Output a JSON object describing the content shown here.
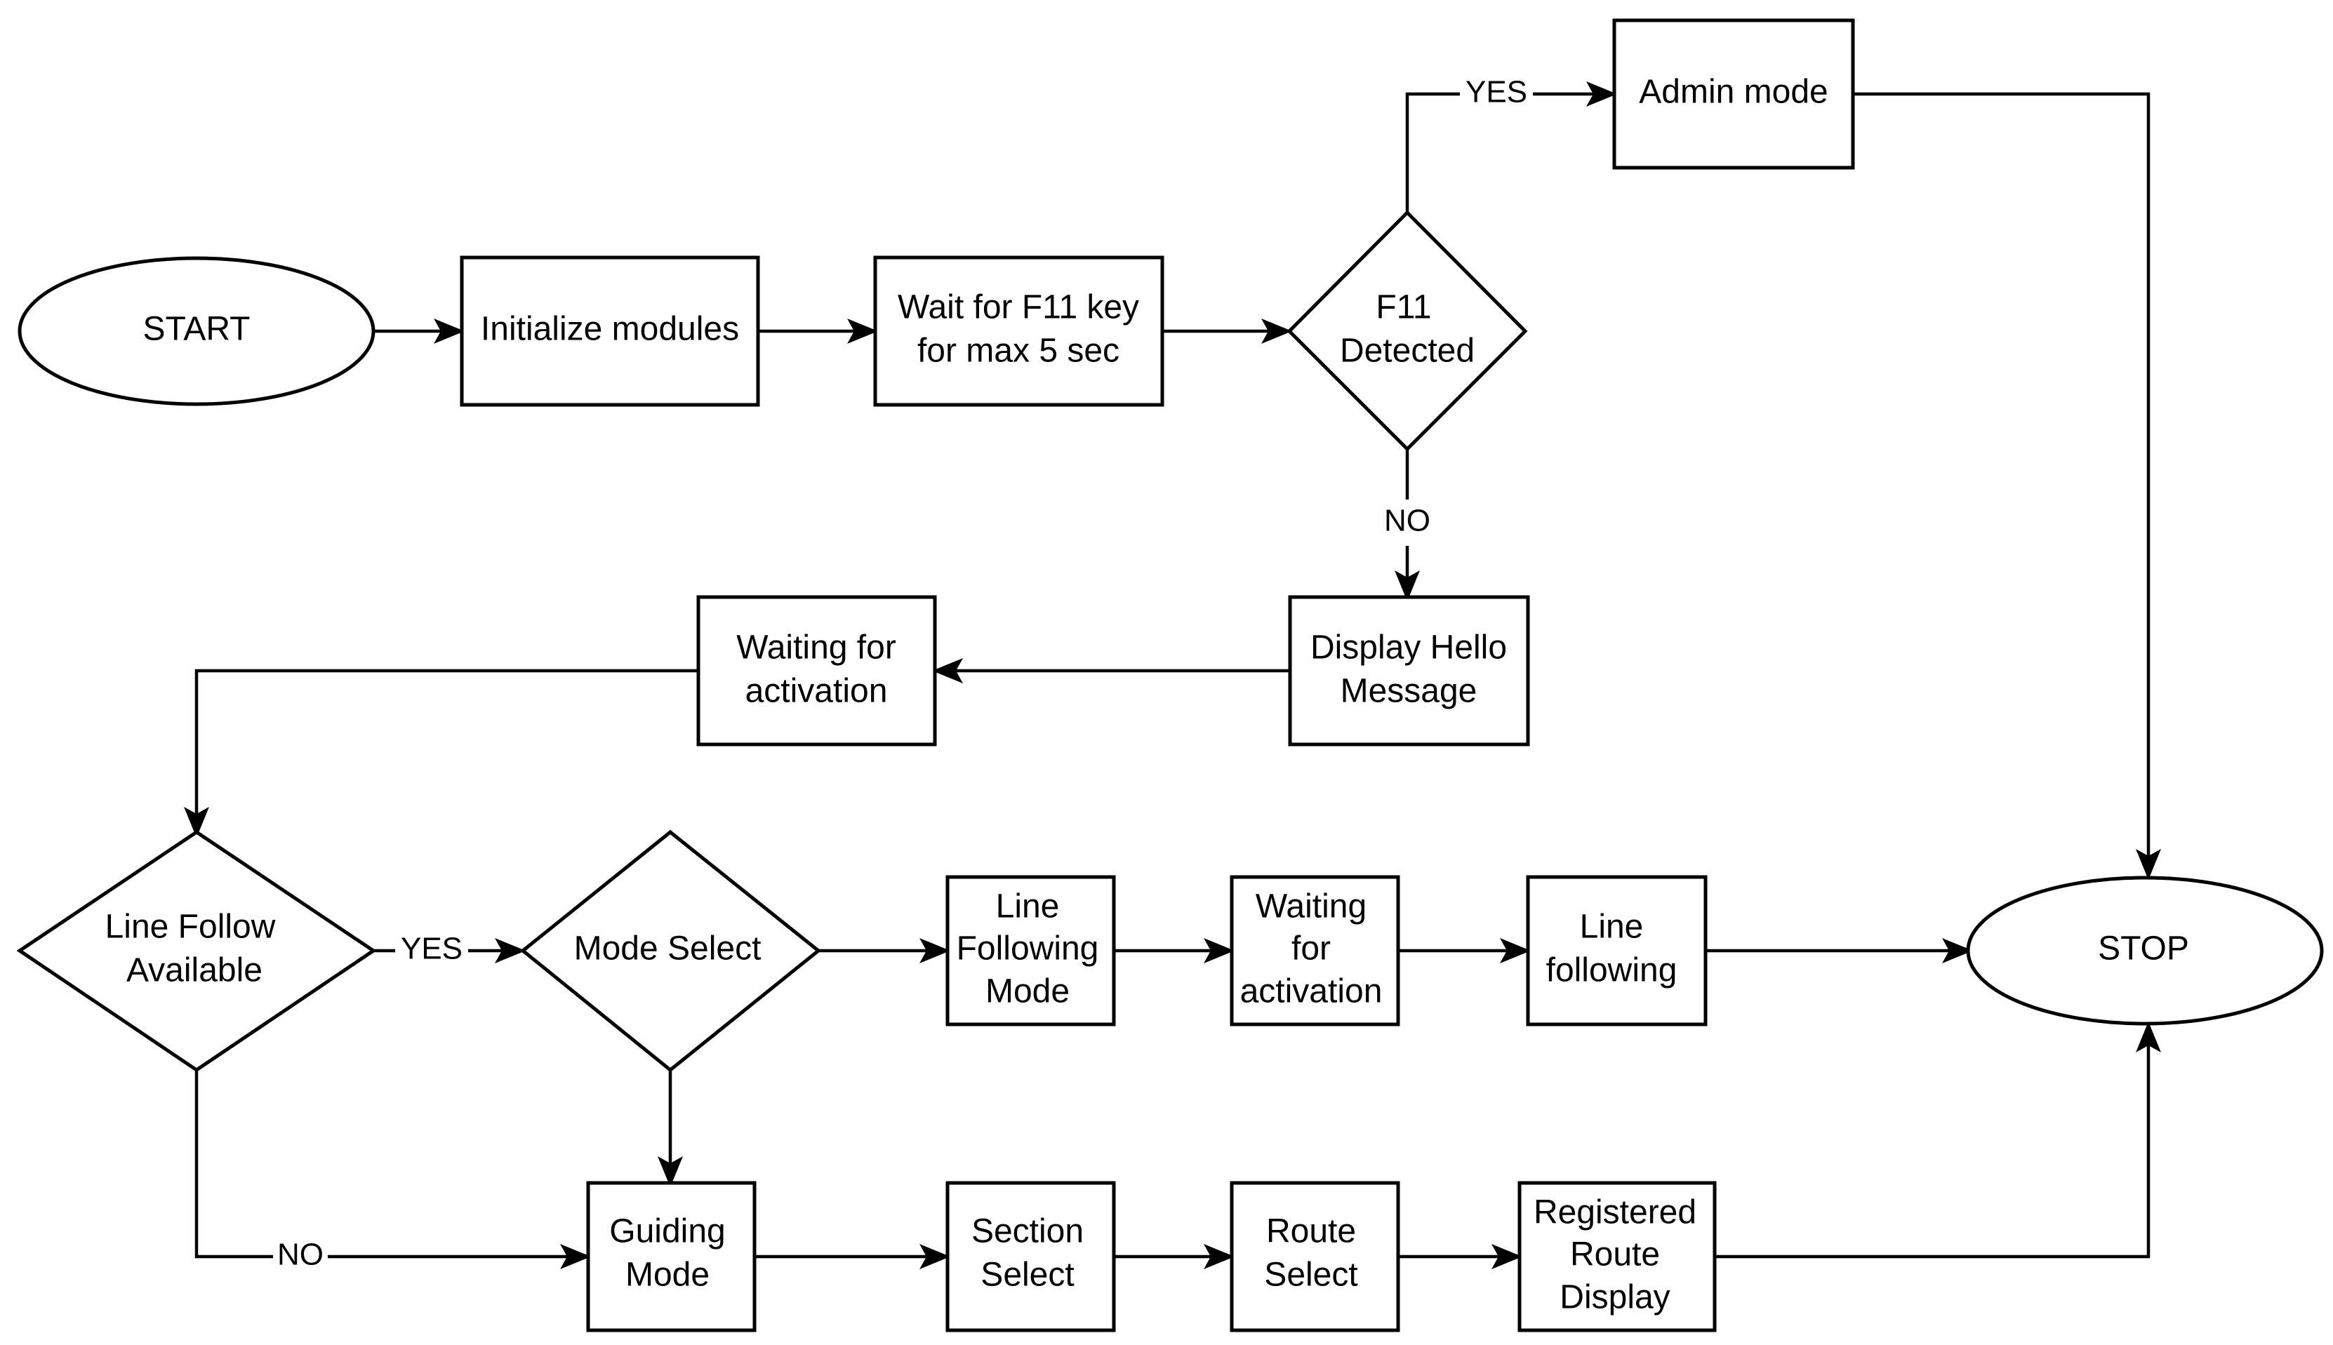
{
  "nodes": {
    "start": "START",
    "init": "Initialize modules",
    "wait_f11_l1": "Wait for F11 key",
    "wait_f11_l2": "for max 5 sec",
    "f11_l1": "F11",
    "f11_l2": "Detected",
    "admin": "Admin mode",
    "hello_l1": "Display Hello",
    "hello_l2": "Message",
    "wait_act_l1": "Waiting for",
    "wait_act_l2": "activation",
    "line_avail_l1": "Line Follow",
    "line_avail_l2": "Available",
    "mode_select": "Mode Select",
    "lf_mode_l1": "Line",
    "lf_mode_l2": "Following",
    "lf_mode_l3": "Mode",
    "wait2_l1": "Waiting",
    "wait2_l2": "for",
    "wait2_l3": "activation",
    "lf_l1": "Line",
    "lf_l2": "following",
    "stop": "STOP",
    "guiding_l1": "Guiding",
    "guiding_l2": "Mode",
    "section_l1": "Section",
    "section_l2": "Select",
    "route_l1": "Route",
    "route_l2": "Select",
    "reg_l1": "Registered",
    "reg_l2": "Route",
    "reg_l3": "Display"
  },
  "edges": {
    "f11_yes": "YES",
    "f11_no": "NO",
    "line_yes": "YES",
    "line_no": "NO"
  }
}
